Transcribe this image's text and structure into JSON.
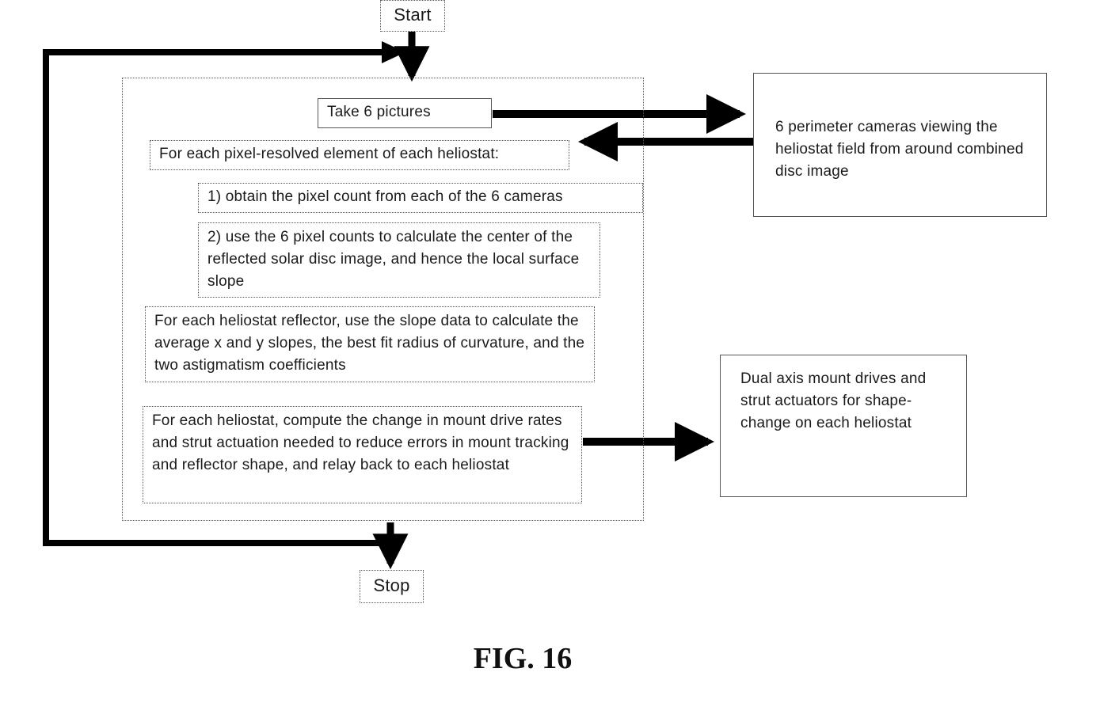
{
  "diagram": {
    "start_label": "Start",
    "stop_label": "Stop",
    "take_pictures": "Take 6 pictures",
    "for_each_pixel": "For each pixel-resolved element of each heliostat:",
    "step1": "1) obtain the pixel count from each of the 6 cameras",
    "step2": "2) use the 6 pixel counts to calculate the center of the reflected solar disc image, and hence the local surface slope",
    "for_each_reflector": "For each heliostat reflector, use the slope data to calculate the average x and y slopes, the best fit radius of curvature, and the two astigmatism coefficients",
    "for_each_heliostat": "For each heliostat, compute the change in mount drive rates and strut actuation needed to reduce errors in mount tracking and reflector shape, and relay back to each heliostat",
    "cameras": "6 perimeter cameras viewing the heliostat field from around combined disc image",
    "actuators": "Dual axis mount drives and strut actuators for shape-change on each heliostat"
  },
  "figure_label": "FIG. 16",
  "colors": {
    "line": "#000000",
    "border": "#555555",
    "text": "#1a1a1a"
  }
}
